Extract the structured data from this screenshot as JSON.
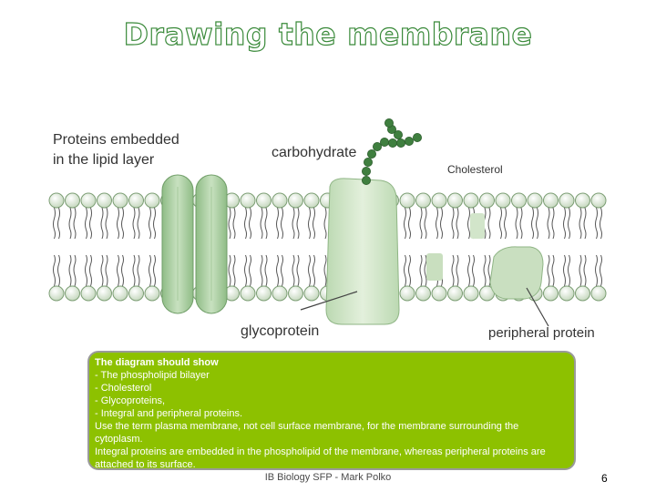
{
  "slide": {
    "title": "Drawing the membrane",
    "footer": "IB Biology SFP - Mark Polko",
    "page_number": "6"
  },
  "diagram": {
    "labels": {
      "proteins_embedded_line1": "Proteins embedded",
      "proteins_embedded_line2": "in the lipid layer",
      "carbohydrate": "carbohydrate",
      "cholesterol": "Cholesterol",
      "glycoprotein": "glycoprotein",
      "peripheral_protein": "peripheral protein"
    }
  },
  "notes": {
    "heading": "The diagram should show",
    "items": [
      "-  The phospholipid bilayer",
      "-  Cholesterol",
      "-  Glycoproteins,",
      "-  Integral and peripheral proteins."
    ],
    "paragraph1": "Use the term plasma membrane, not cell surface membrane, for the membrane surrounding the cytoplasm.",
    "paragraph2": "Integral proteins are embedded in the phospholipid of the membrane, whereas peripheral  proteins are attached to its surface."
  }
}
